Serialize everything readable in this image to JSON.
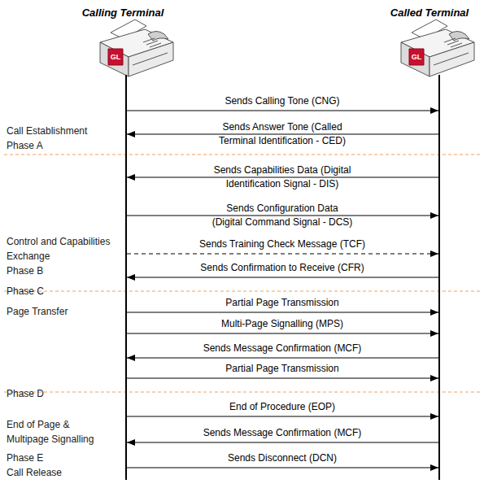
{
  "diagram": {
    "nodes": [
      {
        "text": [
          "Calling Terminal"
        ]
      },
      {
        "text": [
          "Called Terminal"
        ]
      }
    ],
    "edges": [
      {
        "from": 0,
        "to": 1,
        "arrow": "to",
        "label": "Sends Calling Tone (CNG)"
      },
      {
        "from": 1,
        "to": 0,
        "arrow": "to",
        "label": "Sends Answer Tone (Called Terminal Identification - CED)"
      },
      {
        "from": 1,
        "to": 0,
        "arrow": "to",
        "label": "Sends Capabilities Data (Digital Identification Signal - DIS)"
      },
      {
        "from": 0,
        "to": 1,
        "arrow": "to",
        "label": "Sends Configuration Data (Digital Command Signal - DCS)"
      },
      {
        "from": 0,
        "to": 1,
        "arrow": "to",
        "label": "Sends Training Check Message (TCF)"
      },
      {
        "from": 1,
        "to": 0,
        "arrow": "to",
        "label": "Sends Confirmation to Receive (CFR)"
      },
      {
        "from": 0,
        "to": 1,
        "arrow": "to",
        "label": "Partial Page Transmission"
      },
      {
        "from": 0,
        "to": 1,
        "arrow": "to",
        "label": "Multi-Page Signalling (MPS)"
      },
      {
        "from": 1,
        "to": 0,
        "arrow": "to",
        "label": "Sends Message Confirmation (MCF)"
      },
      {
        "from": 0,
        "to": 1,
        "arrow": "to",
        "label": "Partial Page Transmission"
      },
      {
        "from": 0,
        "to": 1,
        "arrow": "to",
        "label": "End of Procedure (EOP)"
      },
      {
        "from": 1,
        "to": 0,
        "arrow": "to",
        "label": "Sends Message Confirmation (MCF)"
      },
      {
        "from": 0,
        "to": 1,
        "arrow": "to",
        "label": "Sends Disconnect (DCN)"
      }
    ],
    "labels": [
      "GL",
      "GL",
      "Call Establishment",
      "Phase A",
      "Control and Capabilities Exchange",
      "Phase B",
      "Phase C",
      "Page Transfer",
      "Phase D",
      "End of Page & Multipage Signalling",
      "Phase E",
      "Call Release"
    ]
  }
}
